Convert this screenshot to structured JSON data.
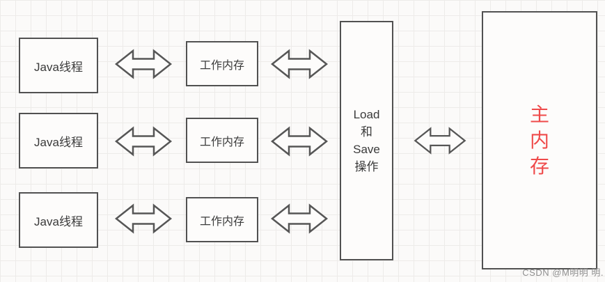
{
  "diagram": {
    "title_semantic": "java-memory-model-diagram",
    "thread_boxes": [
      {
        "label": "Java线程"
      },
      {
        "label": "Java线程"
      },
      {
        "label": "Java线程"
      }
    ],
    "work_memory_boxes": [
      {
        "label": "工作内存"
      },
      {
        "label": "工作内存"
      },
      {
        "label": "工作内存"
      }
    ],
    "load_save_box": {
      "lines": [
        "Load",
        "和",
        "Save",
        "操作"
      ]
    },
    "main_memory_box": {
      "label": "主内存",
      "chars": [
        "主",
        "内",
        "存"
      ],
      "text_color": "#ef4a4a"
    },
    "icons": {
      "connector": "double-headed-arrow-icon"
    },
    "colors": {
      "box_border": "#515151",
      "box_text": "#3a3a3a",
      "main_memory_text": "#ef4a4a",
      "grid_line": "#edebe9",
      "background": "#fbfaf9",
      "watermark": "#8f8f8f"
    }
  },
  "watermark": {
    "text": "CSDN @M明明 明."
  }
}
